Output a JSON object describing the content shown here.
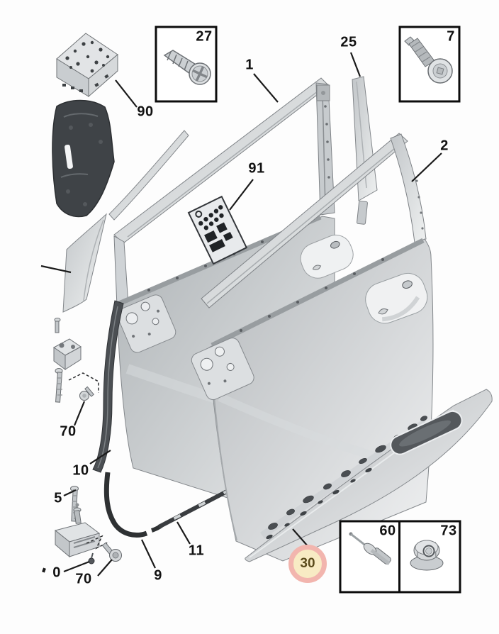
{
  "diagram": {
    "background_color": "#fdfdfd",
    "line_color": "#1a1a1a",
    "highlight_circle": {
      "ring_color": "#f2b5ae",
      "fill_color": "#f8ebc4",
      "text_color": "#5b4b1c"
    }
  },
  "callouts": {
    "c1": {
      "number": "1"
    },
    "c2": {
      "number": "2"
    },
    "c5": {
      "number": "5"
    },
    "c7": {
      "number": "7"
    },
    "c9": {
      "number": "9"
    },
    "c10": {
      "number": "10"
    },
    "c11": {
      "number": "11"
    },
    "c25": {
      "number": "25"
    },
    "c27": {
      "number": "27"
    },
    "c30": {
      "number": "30"
    },
    "c60": {
      "number": "60"
    },
    "c70a": {
      "number": "70"
    },
    "c70b": {
      "number": "70"
    },
    "c73": {
      "number": "73"
    },
    "c90": {
      "number": "90"
    },
    "c91": {
      "number": "91"
    },
    "c0": {
      "number": "0"
    }
  }
}
